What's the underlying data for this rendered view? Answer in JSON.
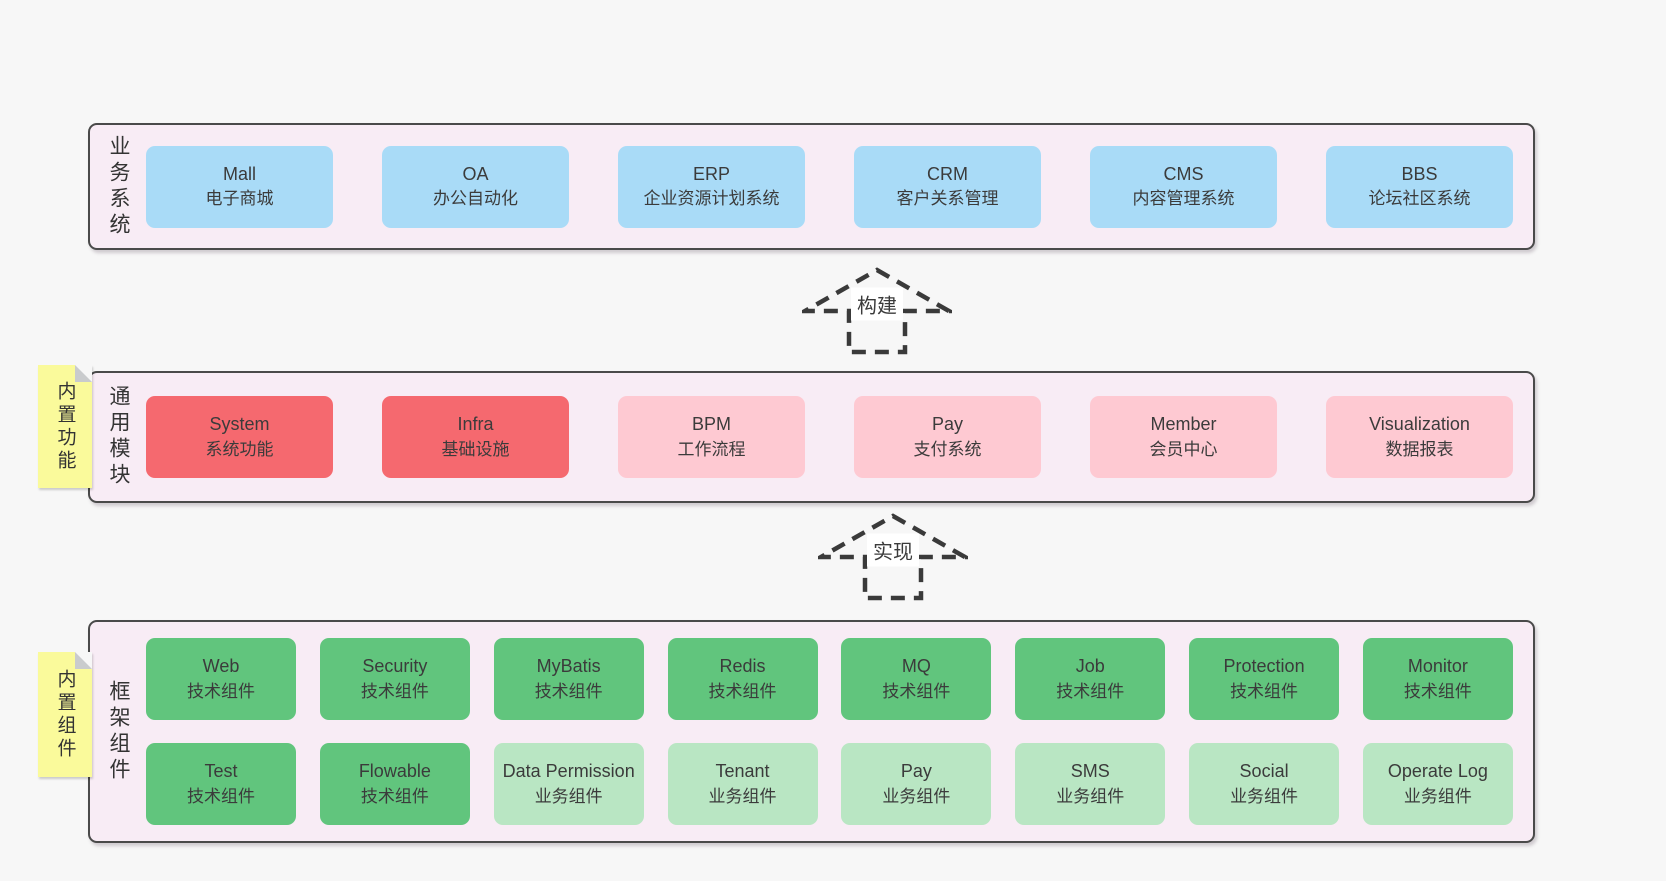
{
  "colors": {
    "page_bg": "#f7f7f7",
    "panel_bg": "#f8ecf5",
    "panel_border": "#4a4a4a",
    "line": "#3a3a3a",
    "text": "#3b3b3b",
    "label_bg": "#ffffff",
    "note_bg": "#fafa9b",
    "note_fold": "#c9cbcd",
    "blue": "#a9dbf7",
    "red": "#f5696f",
    "pink": "#fec9d2",
    "green": "#61c57d",
    "green_light": "#b9e6c3"
  },
  "layers": [
    {
      "label": "业务系统",
      "rows": [
        [
          {
            "name": "Mall",
            "desc": "电子商城",
            "variant": "blue"
          },
          {
            "name": "OA",
            "desc": "办公自动化",
            "variant": "blue"
          },
          {
            "name": "ERP",
            "desc": "企业资源计划系统",
            "variant": "blue"
          },
          {
            "name": "CRM",
            "desc": "客户关系管理",
            "variant": "blue"
          },
          {
            "name": "CMS",
            "desc": "内容管理系统",
            "variant": "blue"
          },
          {
            "name": "BBS",
            "desc": "论坛社区系统",
            "variant": "blue"
          }
        ]
      ]
    },
    {
      "label": "通用模块",
      "note": "内置功能",
      "rows": [
        [
          {
            "name": "System",
            "desc": "系统功能",
            "variant": "red"
          },
          {
            "name": "Infra",
            "desc": "基础设施",
            "variant": "red"
          },
          {
            "name": "BPM",
            "desc": "工作流程",
            "variant": "pink"
          },
          {
            "name": "Pay",
            "desc": "支付系统",
            "variant": "pink"
          },
          {
            "name": "Member",
            "desc": "会员中心",
            "variant": "pink"
          },
          {
            "name": "Visualization",
            "desc": "数据报表",
            "variant": "pink"
          }
        ]
      ]
    },
    {
      "label": "框架组件",
      "note": "内置组件",
      "rows": [
        [
          {
            "name": "Web",
            "desc": "技术组件",
            "variant": "green"
          },
          {
            "name": "Security",
            "desc": "技术组件",
            "variant": "green"
          },
          {
            "name": "MyBatis",
            "desc": "技术组件",
            "variant": "green"
          },
          {
            "name": "Redis",
            "desc": "技术组件",
            "variant": "green"
          },
          {
            "name": "MQ",
            "desc": "技术组件",
            "variant": "green"
          },
          {
            "name": "Job",
            "desc": "技术组件",
            "variant": "green"
          },
          {
            "name": "Protection",
            "desc": "技术组件",
            "variant": "green"
          },
          {
            "name": "Monitor",
            "desc": "技术组件",
            "variant": "green"
          }
        ],
        [
          {
            "name": "Test",
            "desc": "技术组件",
            "variant": "green"
          },
          {
            "name": "Flowable",
            "desc": "技术组件",
            "variant": "green"
          },
          {
            "name": "Data Permission",
            "desc": "业务组件",
            "variant": "green_light"
          },
          {
            "name": "Tenant",
            "desc": "业务组件",
            "variant": "green_light"
          },
          {
            "name": "Pay",
            "desc": "业务组件",
            "variant": "green_light"
          },
          {
            "name": "SMS",
            "desc": "业务组件",
            "variant": "green_light"
          },
          {
            "name": "Social",
            "desc": "业务组件",
            "variant": "green_light"
          },
          {
            "name": "Operate Log",
            "desc": "业务组件",
            "variant": "green_light"
          }
        ]
      ]
    }
  ],
  "arrows": [
    {
      "label": "构建"
    },
    {
      "label": "实现"
    }
  ]
}
